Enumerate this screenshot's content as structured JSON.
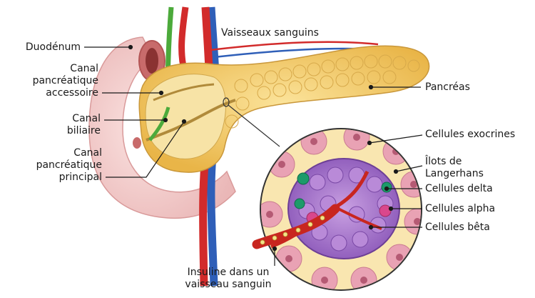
{
  "labels": {
    "vaisseaux": "Vaisseaux sanguins",
    "duodenum": "Duodénum",
    "canal_accessoire": [
      "Canal",
      "pancréatique",
      "accessoire"
    ],
    "canal_biliaire": [
      "Canal",
      "biliaire"
    ],
    "canal_principal": [
      "Canal",
      "pancréatique",
      "principal"
    ],
    "pancreas": "Pancréas",
    "exocrines": "Cellules exocrines",
    "ilots": [
      "Îlots de",
      "Langerhans"
    ],
    "delta": "Cellules delta",
    "alpha": "Cellules alpha",
    "beta": "Cellules bêta",
    "insuline": [
      "Insuline dans un",
      "vaisseau sanguin"
    ]
  },
  "colors": {
    "pancreas": "#f2c65c",
    "duodenum": "#f3c9c9",
    "artery": "#d22b2b",
    "vein": "#2f5fb8",
    "bile_duct": "#4caa3b",
    "islet": "#9a63c4",
    "exocrine": "#e9a2b4",
    "delta_cell": "#1c9b6a",
    "alpha_cell": "#d9478c"
  }
}
